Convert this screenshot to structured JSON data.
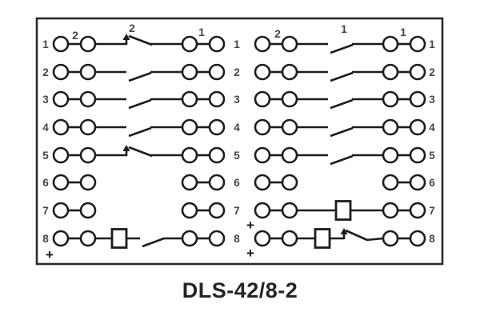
{
  "title": "DLS-42/8-2",
  "colors": {
    "line": "#1c1c1c",
    "label": "#454545",
    "panel_border": "#2a2a2a",
    "bg": "#ffffff"
  },
  "rows": [
    {
      "left": "1",
      "mid": "1",
      "right": "1"
    },
    {
      "left": "2",
      "mid": "2",
      "right": "2"
    },
    {
      "left": "3",
      "mid": "3",
      "right": "3"
    },
    {
      "left": "4",
      "mid": "4",
      "right": "4"
    },
    {
      "left": "5",
      "mid": "5",
      "right": "5"
    },
    {
      "left": "6",
      "mid": "6",
      "right": "6"
    },
    {
      "left": "7",
      "mid": "7",
      "right": "7"
    },
    {
      "left": "8",
      "mid": "8",
      "right": "8"
    }
  ],
  "contact_labels": {
    "left_block": {
      "pair_left": "2",
      "switch": "2",
      "pair_right": "1"
    },
    "right_block": {
      "pair_left": "2",
      "switch": "1",
      "pair_right": "1"
    }
  },
  "polarity_mark": "+"
}
